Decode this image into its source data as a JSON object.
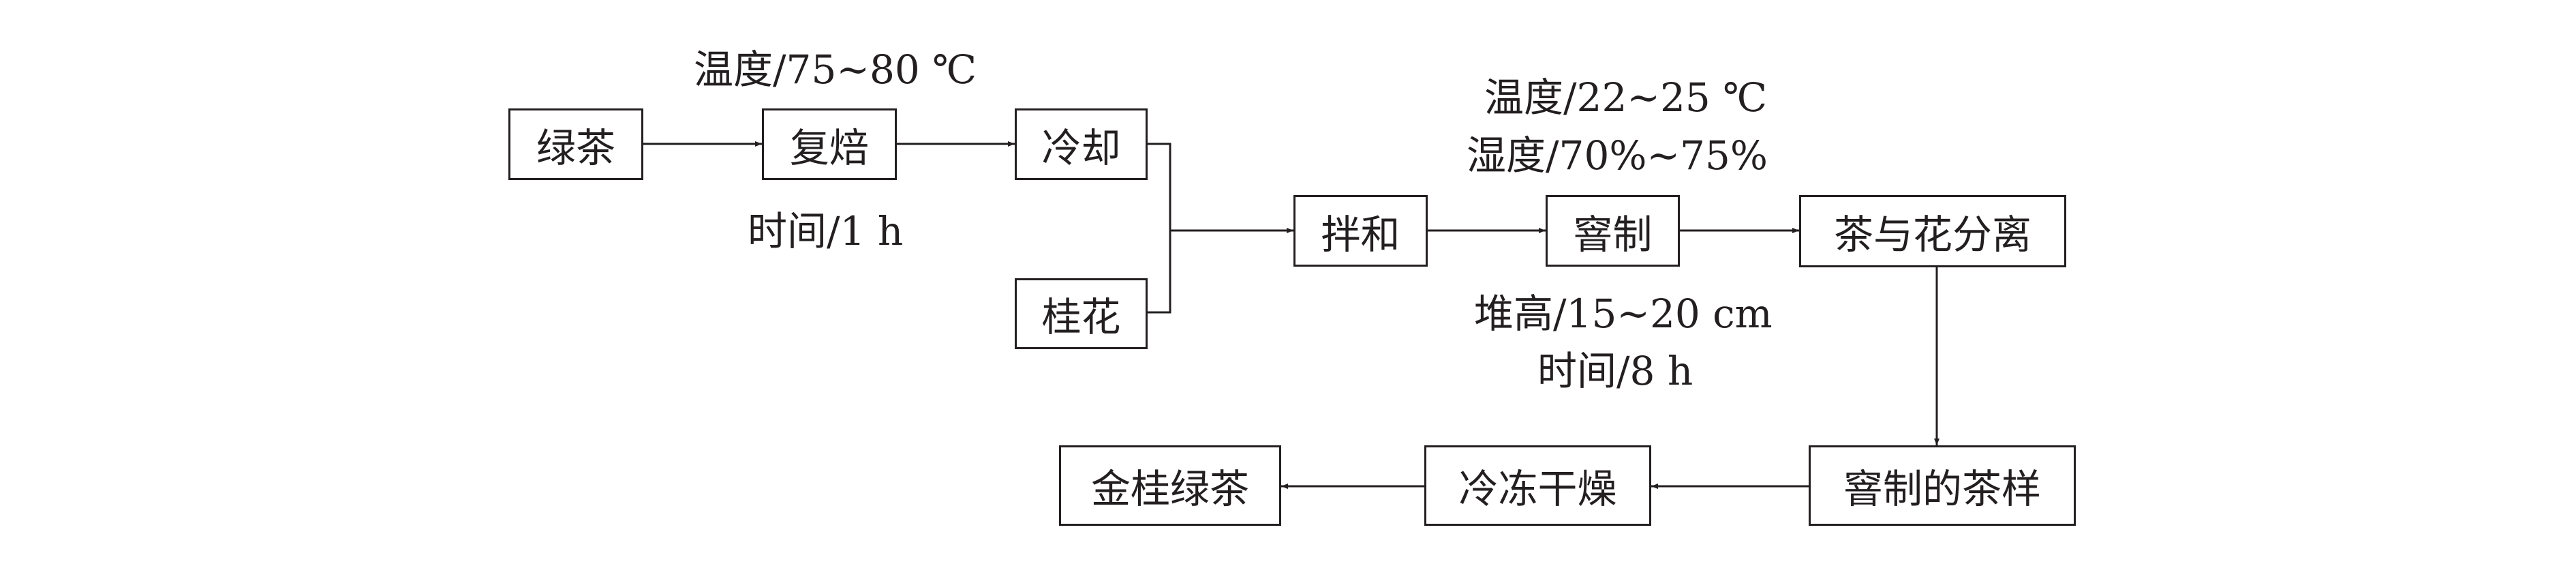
{
  "nodes": {
    "green_tea": "绿茶",
    "refire": "复焙",
    "cool": "冷却",
    "osmanthus": "桂花",
    "mix": "拌和",
    "scent": "窨制",
    "separate": "茶与花分离",
    "scented_sample": "窨制的茶样",
    "freeze_dry": "冷冻干燥",
    "final_product": "金桂绿茶"
  },
  "annotations": {
    "refire_temp": "温度/75~80 ℃",
    "refire_time": "时间/1 h",
    "scent_temp": "温度/22~25 ℃",
    "scent_humidity": "湿度/70%~75%",
    "scent_height": "堆高/15~20 cm",
    "scent_time": "时间/8 h"
  }
}
